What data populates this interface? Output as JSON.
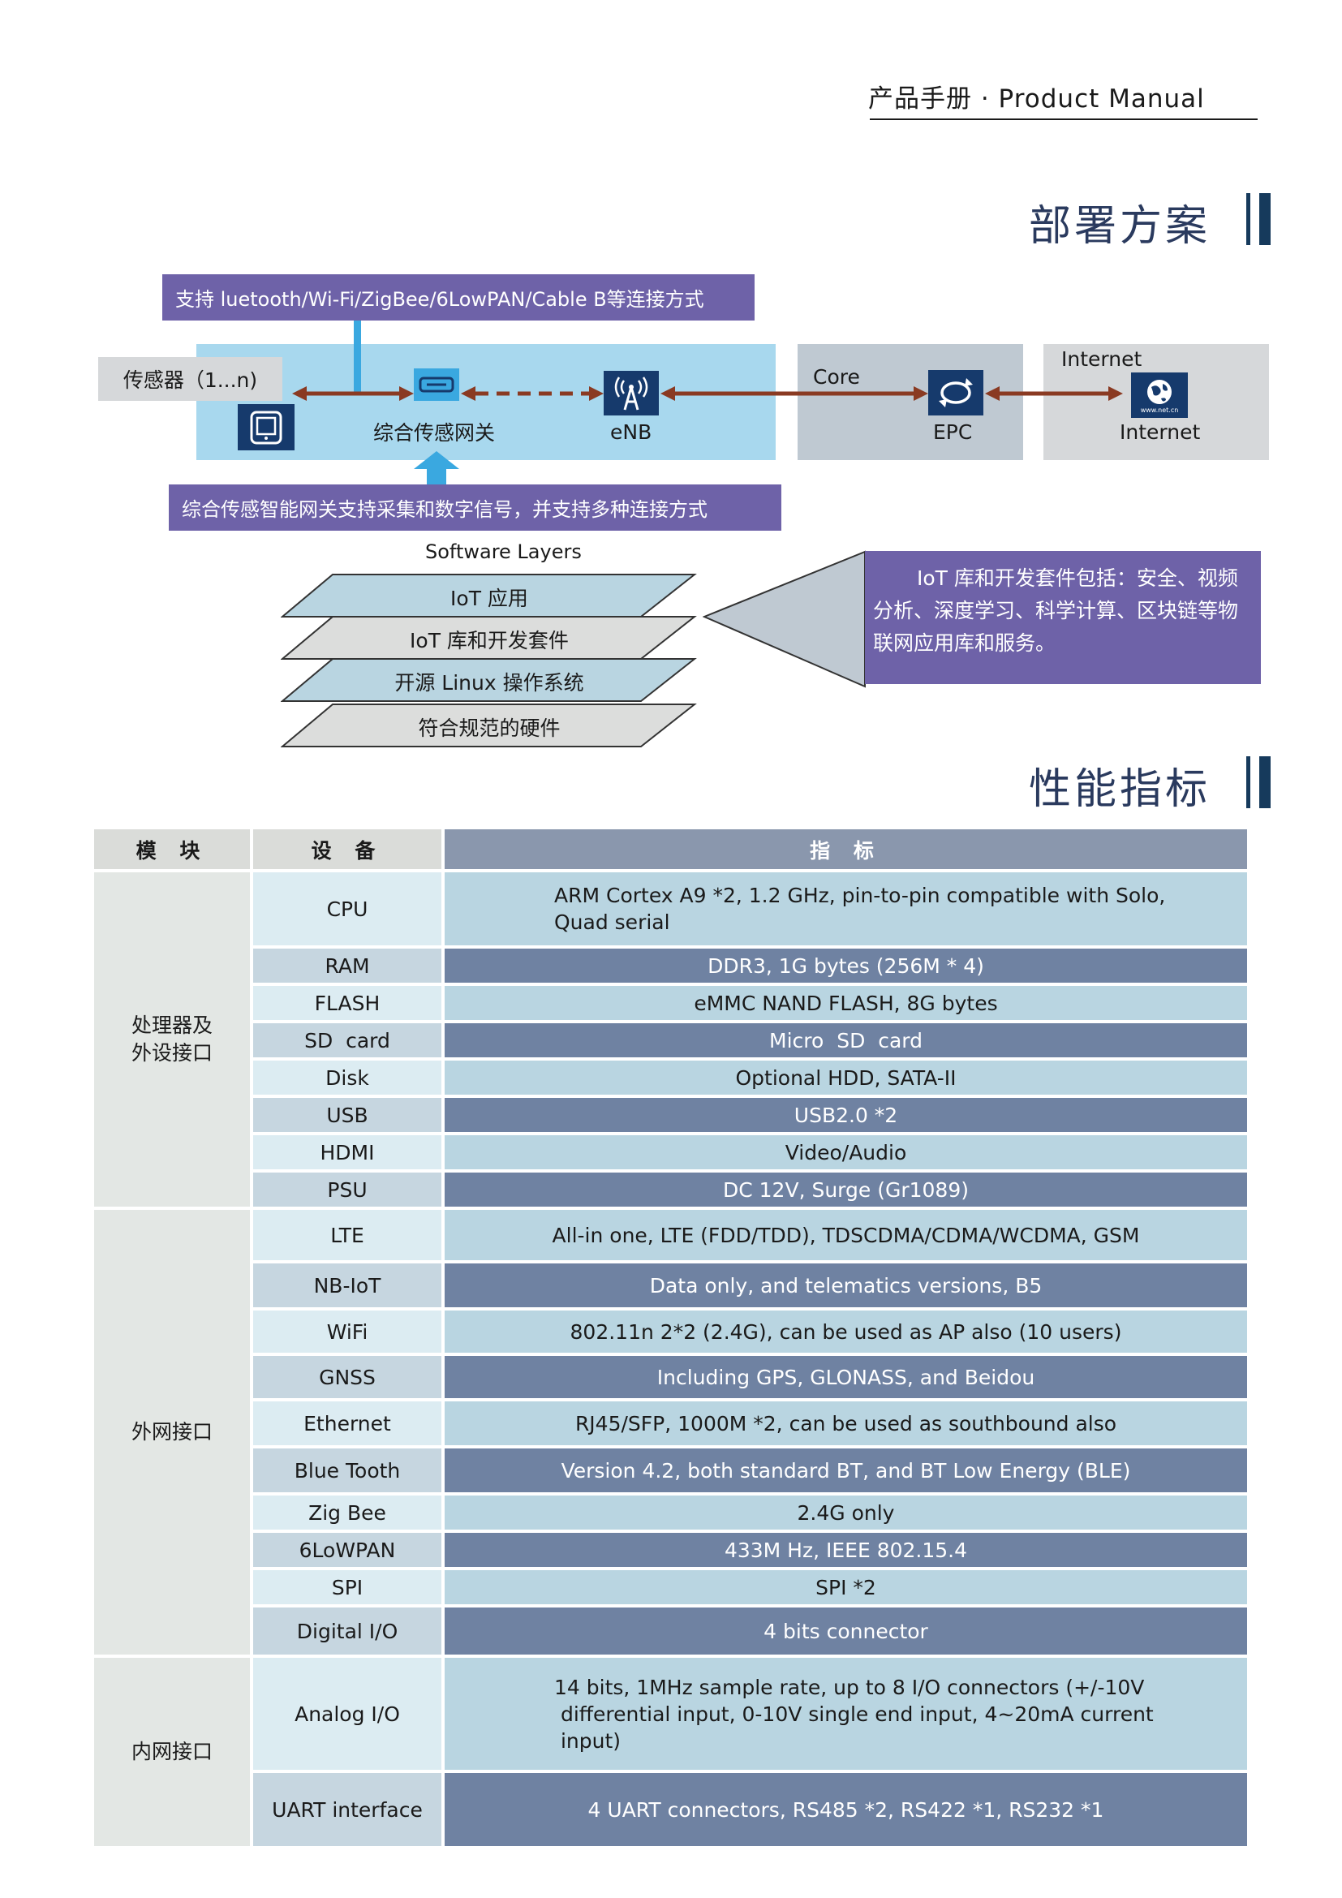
{
  "header": {
    "title": "产品手册 · Product  Manual"
  },
  "deployment": {
    "section_title": "部署方案",
    "connect_banner": "支持 luetooth/Wi-Fi/ZigBee/6LowPAN/Cable B等连接方式",
    "sensor_label": "传感器（1...n)",
    "gateway_label": "综合传感网关",
    "enb_label": "eNB",
    "core_label": "Core",
    "epc_label": "EPC",
    "internet_top_label": "Internet",
    "internet_label": "Internet",
    "gateway_banner": "综合传感智能网关支持采集和数字信号，并支持多种连接方式",
    "software_layers_title": "Software Layers",
    "layers": [
      "IoT 应用",
      "IoT 库和开发套件",
      "开源 Linux 操作系统",
      "符合规范的硬件"
    ],
    "iot_note": "IoT 库和开发套件包括：安全、视频分析、深度学习、科学计算、区块链等物联网应用库和服务。",
    "globe_caption": "www.net.cn"
  },
  "performance": {
    "section_title": "性能指标",
    "headers": [
      "模  块",
      "设  备",
      "指  标"
    ],
    "groups": [
      {
        "module": "处理器及\n外设接口",
        "rows": [
          {
            "device": "CPU",
            "spec": "ARM Cortex A9 *2, 1.2 GHz, pin-to-pin compatible with Solo,\nQuad serial"
          },
          {
            "device": "RAM",
            "spec": "DDR3, 1G bytes (256M * 4)"
          },
          {
            "device": "FLASH",
            "spec": "eMMC NAND FLASH, 8G bytes"
          },
          {
            "device": "SD  card",
            "spec": "Micro  SD  card"
          },
          {
            "device": "Disk",
            "spec": "Optional HDD, SATA-II"
          },
          {
            "device": "USB",
            "spec": "USB2.0 *2"
          },
          {
            "device": "HDMI",
            "spec": "Video/Audio"
          },
          {
            "device": "PSU",
            "spec": "DC 12V, Surge (Gr1089)"
          }
        ]
      },
      {
        "module": "外网接口",
        "rows": [
          {
            "device": "LTE",
            "spec": "All-in one, LTE (FDD/TDD), TDSCDMA/CDMA/WCDMA, GSM"
          },
          {
            "device": "NB-IoT",
            "spec": "Data only, and telematics versions, B5"
          },
          {
            "device": "WiFi",
            "spec": "802.11n 2*2 (2.4G), can be used as AP also (10 users)"
          },
          {
            "device": "GNSS",
            "spec": "Including GPS, GLONASS, and Beidou"
          },
          {
            "device": "Ethernet",
            "spec": "RJ45/SFP, 1000M *2, can be used as southbound also"
          },
          {
            "device": "Blue Tooth",
            "spec": "Version 4.2, both standard BT, and BT Low Energy (BLE)"
          },
          {
            "device": "Zig Bee",
            "spec": "2.4G only"
          },
          {
            "device": "6LoWPAN",
            "spec": "433M Hz, IEEE 802.15.4"
          },
          {
            "device": "SPI",
            "spec": "SPI *2"
          },
          {
            "device": "Digital I/O",
            "spec": "4 bits connector"
          }
        ]
      },
      {
        "module": "内网接口",
        "rows": [
          {
            "device": "Analog I/O",
            "spec": "14 bits, 1MHz sample rate, up to 8 I/O connectors (+/-10V\n differential input, 0-10V single end input, 4~20mA current\n input)"
          },
          {
            "device": "UART interface",
            "spec": "4 UART connectors, RS485 *2, RS422 *1, RS232 *1"
          }
        ]
      }
    ]
  },
  "colors": {
    "purple": "#6e62a8",
    "light_blue_panel": "#a8d8ee",
    "grey_panel": "#bfc9d2",
    "light_grey_panel": "#d6d8da",
    "arrow_brown": "#8a3a22",
    "arrow_blue": "#3aa8e0",
    "navy_icon": "#163a6c",
    "header_blue": "#8a97ad",
    "row_dark": "#6f82a2",
    "row_light": "#b9d5e1"
  }
}
